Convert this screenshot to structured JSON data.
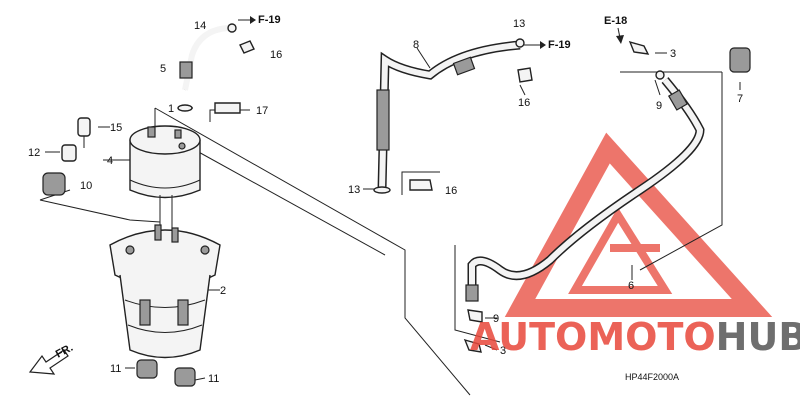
{
  "diagram": {
    "drawing_code": "HP44F2000A",
    "front_arrow": "FR.",
    "references": {
      "f19_top": "F-19",
      "f19_right": "F-19",
      "e18": "E-18"
    },
    "callouts": {
      "c1": "1",
      "c2": "2",
      "c3a": "3",
      "c3b": "3",
      "c4": "4",
      "c5": "5",
      "c6": "6",
      "c7": "7",
      "c8": "8",
      "c9a": "9",
      "c9b": "9",
      "c10": "10",
      "c11a": "11",
      "c11b": "11",
      "c12": "12",
      "c13a": "13",
      "c13b": "13",
      "c14": "14",
      "c15": "15",
      "c16a": "16",
      "c16b": "16",
      "c16c": "16",
      "c17": "17"
    }
  },
  "watermark": {
    "part1": "AUTO",
    "part2": "MOTO",
    "part3": "HUB",
    "color_red": "#e8473a",
    "color_dark": "#555555"
  }
}
